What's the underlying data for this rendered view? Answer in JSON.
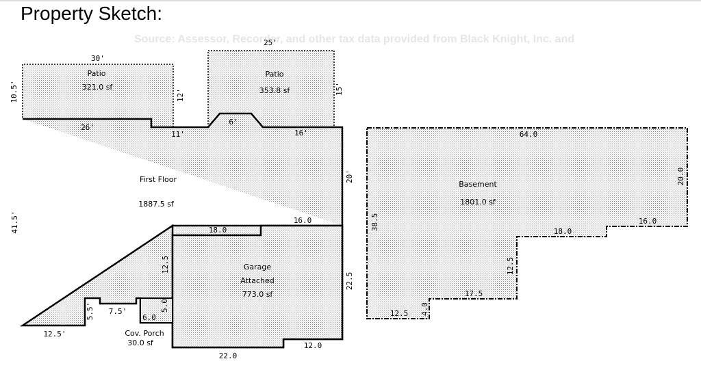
{
  "header": {
    "title": "Property Sketch:",
    "source": "Source: Assessor, Recorder, and other tax data provided from Black Knight, Inc. and"
  },
  "sketch": {
    "areas": {
      "patio_left": {
        "name": "Patio",
        "area": "321.0 sf"
      },
      "patio_right": {
        "name": "Patio",
        "area": "353.8 sf"
      },
      "first_floor": {
        "name": "First Floor",
        "area": "1887.5 sf"
      },
      "garage": {
        "name_line1": "Garage",
        "name_line2": "Attached",
        "area": "773.0 sf"
      },
      "porch": {
        "name": "Cov. Porch",
        "area": "30.0 sf"
      },
      "basement": {
        "name": "Basement",
        "area": "1801.0 sf"
      }
    },
    "dims": {
      "patio_left_top": "30'",
      "patio_left_left": "10.5'",
      "patio_left_right": "12'",
      "patio_right_top": "25'",
      "patio_right_right": "15'",
      "ff_top_left": "26'",
      "ff_top_mid": "11'",
      "ff_bay": "6'",
      "ff_top_right": "16'",
      "ff_right": "20'",
      "ff_left": "41.5'",
      "ff_bottom": "12.5'",
      "ff_notch_v": "5.5'",
      "ff_notch_h": "7.5'",
      "porch_w": "6.0",
      "porch_h": "5.0",
      "garage_top": "18.0",
      "garage_top_right": "16.0",
      "garage_left": "12.5",
      "garage_right": "22.5",
      "garage_bottom": "22.0",
      "garage_bottom_right": "12.0",
      "bs_top": "64.0",
      "bs_right": "20.0",
      "bs_left": "38.5",
      "bs_step_right": "16.0",
      "bs_step_mid": "18.0",
      "bs_step_v": "12.5",
      "bs_bottom_mid": "17.5",
      "bs_small_v": "4.0",
      "bs_bottom": "12.5"
    }
  },
  "colors": {
    "line": "#000000",
    "fill_dots": "#bdbdbd"
  }
}
